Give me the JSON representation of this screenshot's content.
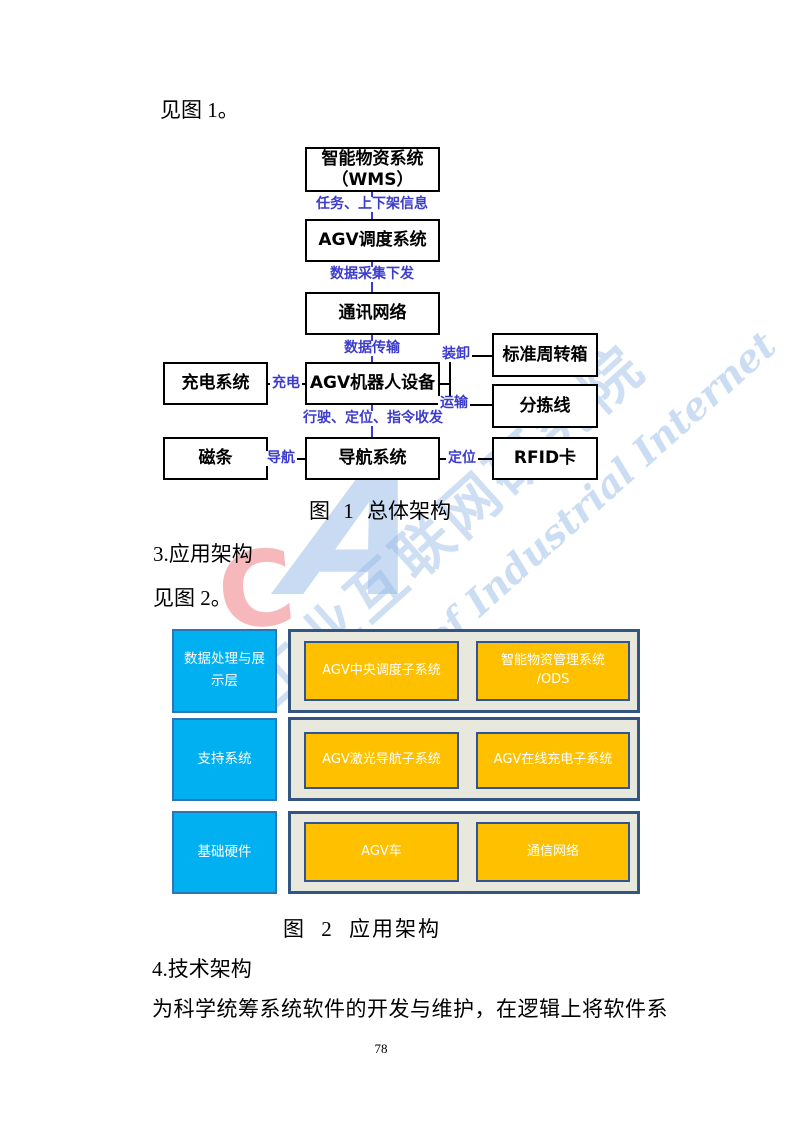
{
  "page": {
    "see_fig1": "见图 1。",
    "fig1_caption": "图 1 总体架构",
    "section3_heading": "3.应用架构",
    "see_fig2": "见图 2。",
    "fig2_caption": "图 2 应用架构",
    "section4_heading": "4.技术架构",
    "body_line": "为科学统筹系统软件的开发与维护，在逻辑上将软件系",
    "page_number": "78"
  },
  "figure1": {
    "nodes": {
      "wms_line1": "智能物资系统",
      "wms_line2": "（WMS）",
      "dispatch": "AGV调度系统",
      "network": "通讯网络",
      "agv": "AGV机器人设备",
      "charging_system": "充电系统",
      "magnetic_stripe": "磁条",
      "navigation_system": "导航系统",
      "turnover_box": "标准周转箱",
      "sorting_line": "分拣线",
      "rfid_card": "RFID卡"
    },
    "edge_labels": {
      "task_info": "任务、上下架信息",
      "data_collect": "数据采集下发",
      "data_transfer": "数据传输",
      "load_unload": "装卸",
      "charge": "充电",
      "transport": "运输",
      "drive": "行驶、定位、指令收发",
      "navigate": "导航",
      "locate": "定位"
    }
  },
  "figure2": {
    "layers": [
      {
        "label": "数据处理与展示层",
        "boxes": [
          {
            "lines": [
              "AGV中央调度子系统",
              ""
            ]
          },
          {
            "lines": [
              "智能物资管理系统",
              "/ODS"
            ]
          }
        ]
      },
      {
        "label": "支持系统",
        "boxes": [
          {
            "lines": [
              "AGV激光导航子系统",
              ""
            ]
          },
          {
            "lines": [
              "AGV在线充电子系统",
              ""
            ]
          }
        ]
      },
      {
        "label": "基础硬件",
        "boxes": [
          {
            "lines": [
              "AGV车",
              ""
            ]
          },
          {
            "lines": [
              "通信网络",
              ""
            ]
          }
        ]
      }
    ]
  },
  "watermark": {
    "logo_c": "C",
    "logo_a": "A",
    "cn_text": "工业互联网研究院",
    "en_text": "of Industrial Internet"
  },
  "colors": {
    "edge_label_blue": "#3B3BCE",
    "layer_cyan": "#00B0F0",
    "layer_cyan_border": "#2E75B6",
    "module_orange": "#FFC000",
    "module_border": "#2F5597",
    "container_bg": "#E8E8DC",
    "container_border": "#33557F"
  }
}
